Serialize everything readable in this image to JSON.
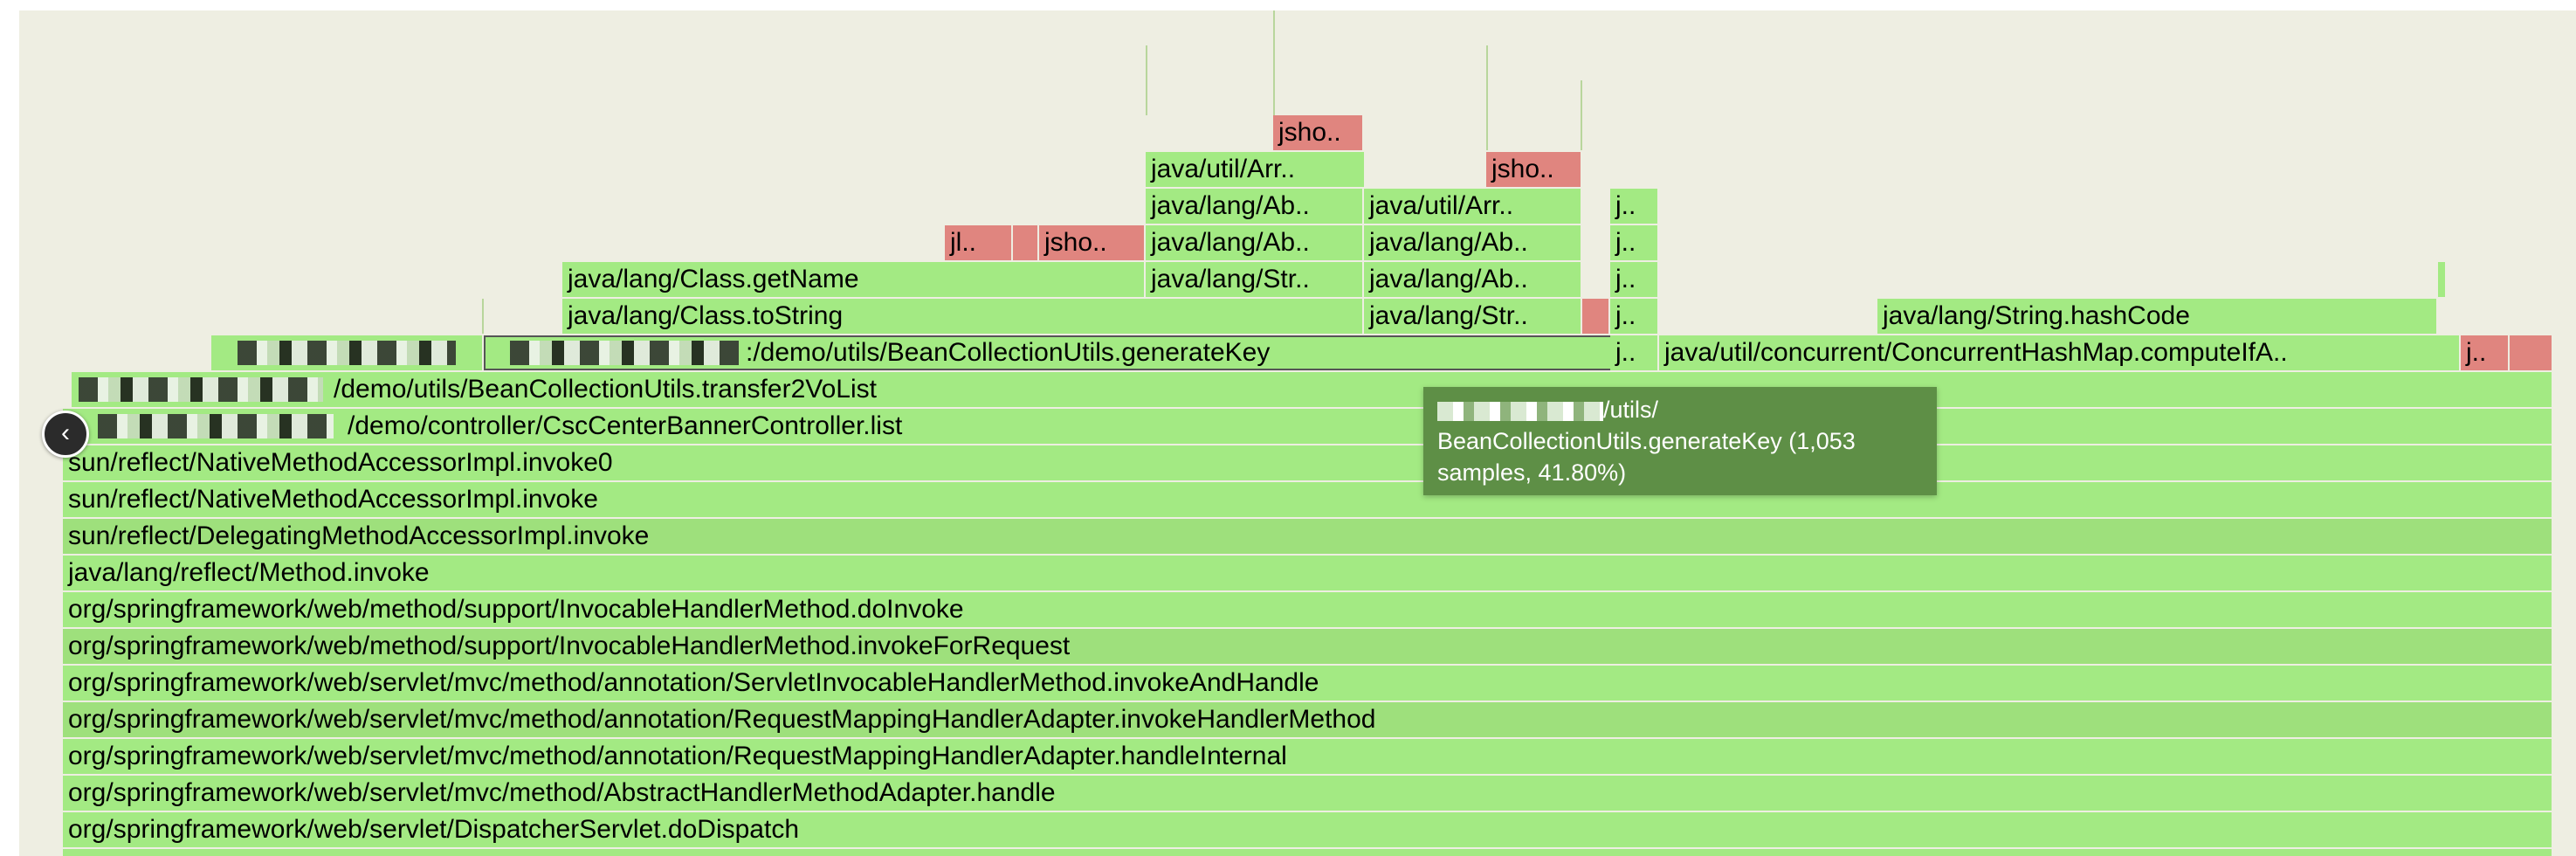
{
  "flamegraph": {
    "frames": {
      "f_getname": "java/lang/Class.getName",
      "f_jl1": "jl..",
      "f_jsho1": "jsho..",
      "f_jsho2": "jsho..",
      "f_jsho3": "jsho..",
      "f_arr1": "java/util/Arr..",
      "f_arr2": "java/util/Arr..",
      "f_ab1": "java/lang/Ab..",
      "f_ab2": "java/lang/Ab..",
      "f_ab3": "java/lang/Ab..",
      "f_str1": "java/lang/Str..",
      "f_str2": "java/lang/Str..",
      "f_j1": "j..",
      "f_j2": "j..",
      "f_j3": "j..",
      "f_j4": "j..",
      "f_j5": "j..",
      "f_j6": "j..",
      "f_tostring": "java/lang/Class.toString",
      "f_hashcode": "java/lang/String.hashCode",
      "f_generatekey": ":/demo/utils/BeanCollectionUtils.generateKey",
      "f_computeifabsent": "java/util/concurrent/ConcurrentHashMap.computeIfA..",
      "f_transfer": "/demo/utils/BeanCollectionUtils.transfer2VoList",
      "f_controller": "/demo/controller/CscCenterBannerController.list",
      "f_invoke0": "sun/reflect/NativeMethodAccessorImpl.invoke0",
      "f_native_invoke": "sun/reflect/NativeMethodAccessorImpl.invoke",
      "f_delegating": "sun/reflect/DelegatingMethodAccessorImpl.invoke",
      "f_method_invoke": "java/lang/reflect/Method.invoke",
      "f_doinvoke": "org/springframework/web/method/support/InvocableHandlerMethod.doInvoke",
      "f_invokeforrequest": "org/springframework/web/method/support/InvocableHandlerMethod.invokeForRequest",
      "f_invokeandhandle": "org/springframework/web/servlet/mvc/method/annotation/ServletInvocableHandlerMethod.invokeAndHandle",
      "f_invokehandlermethod": "org/springframework/web/servlet/mvc/method/annotation/RequestMappingHandlerAdapter.invokeHandlerMethod",
      "f_handleinternal": "org/springframework/web/servlet/mvc/method/annotation/RequestMappingHandlerAdapter.handleInternal",
      "f_handle": "org/springframework/web/servlet/mvc/method/AbstractHandlerMethodAdapter.handle",
      "f_dodispatch": "org/springframework/web/servlet/DispatcherServlet.doDispatch"
    },
    "colors": {
      "green": "#a3ea83",
      "green_alt": "#9ee07c",
      "red": "#e0857f",
      "background": "#eeeee2",
      "tooltip": "#5e8f46"
    }
  },
  "tooltip": {
    "line1_suffix": "/utils/",
    "line2": "BeanCollectionUtils.generateKey (1,053",
    "line3": "samples, 41.80%)"
  },
  "back_button": {
    "icon": "chevron-left-icon",
    "glyph": "‹"
  }
}
